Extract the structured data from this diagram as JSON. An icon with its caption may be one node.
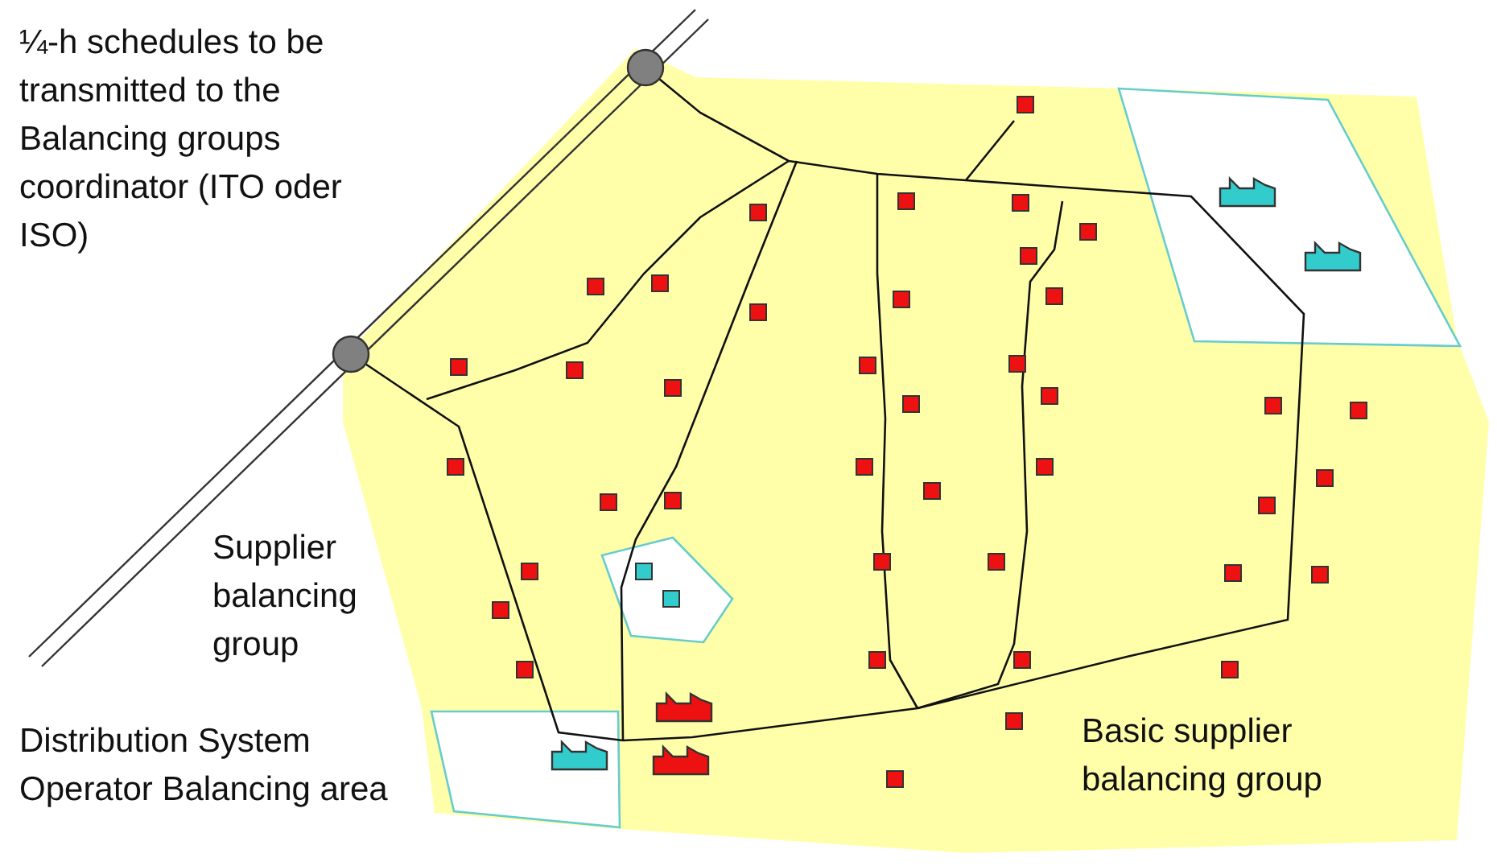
{
  "diagram": {
    "labels": [
      "¼-h schedules to be transmitted to the Balancing groups coordinator (ITO oder ISO)",
      "Supplier balancing group",
      "Distribution System Operator Balancing area",
      "Basic supplier balancing group"
    ]
  }
}
